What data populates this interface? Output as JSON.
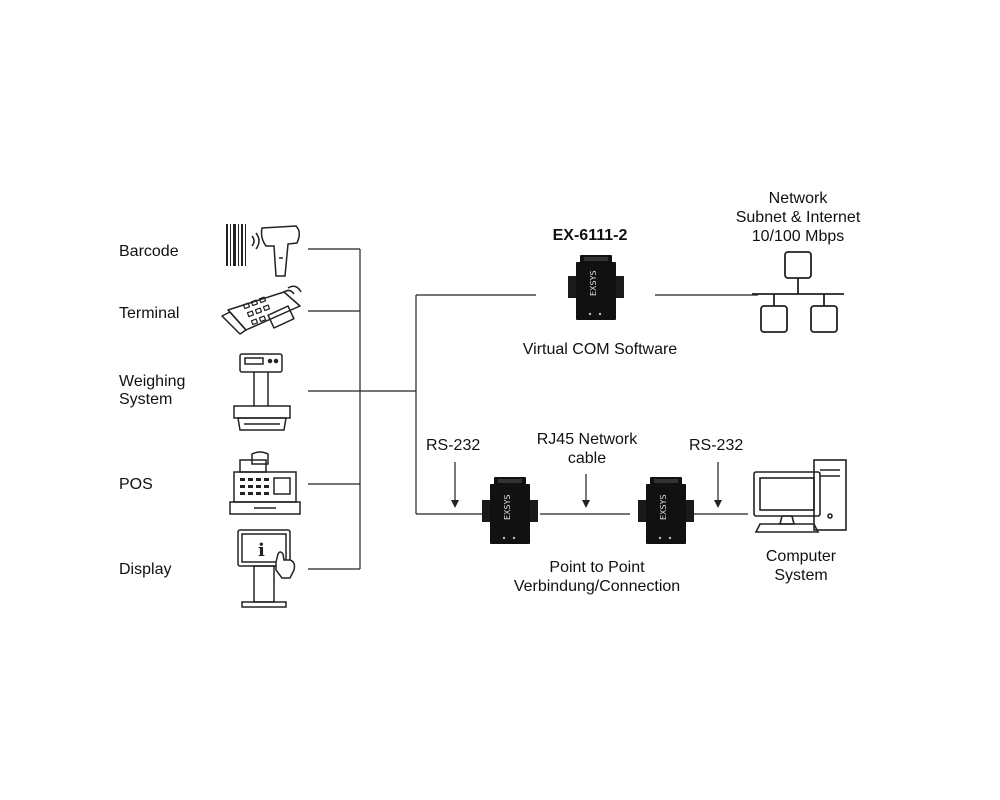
{
  "devices": [
    {
      "label": "Barcode",
      "icon": "barcode-scanner-icon"
    },
    {
      "label": "Terminal",
      "icon": "payment-terminal-icon"
    },
    {
      "label_line1": "Weighing",
      "label_line2": "System",
      "icon": "weighing-scale-icon"
    },
    {
      "label": "POS",
      "icon": "cash-register-icon"
    },
    {
      "label": "Display",
      "icon": "info-kiosk-icon"
    }
  ],
  "server": {
    "model": "EX-6111-2",
    "software": "Virtual COM Software"
  },
  "network": {
    "line1": "Network",
    "line2": "Subnet & Internet",
    "line3": "10/100 Mbps"
  },
  "links": {
    "rs232_left": "RS-232",
    "rj45_line1": "RJ45 Network",
    "rj45_line2": "cable",
    "rs232_right": "RS-232",
    "p2p_line1": "Point to Point",
    "p2p_line2": "Verbindung/Connection"
  },
  "computer": {
    "line1": "Computer",
    "line2": "System"
  },
  "colors": {
    "line": "#222222",
    "device": "#111111"
  }
}
